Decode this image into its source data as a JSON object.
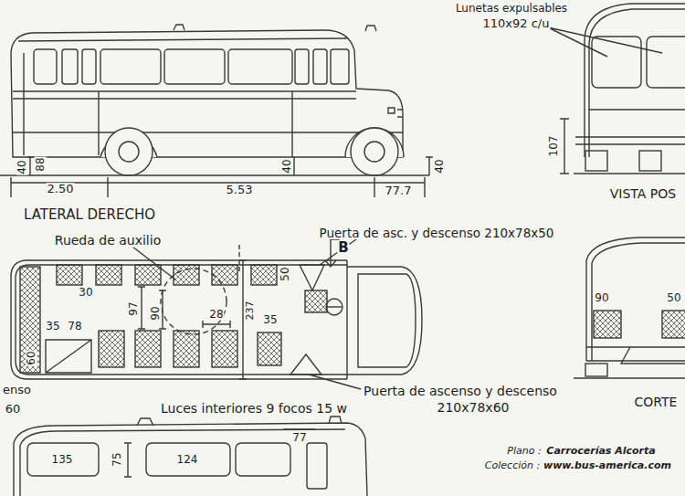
{
  "diagram": {
    "labels": [
      "Lunetas expulsables",
      "110x92 c/u",
      "40",
      "88",
      "2.50",
      "5.53",
      "40",
      "40",
      "77.7",
      "LATERAL DERECHO",
      "107",
      "VISTA POS",
      "Rueda de auxilio",
      "Puerta de asc. y descenso 210x78x50",
      "B",
      "30",
      "50",
      "97",
      "90",
      "28",
      "237",
      "35",
      "78",
      "35",
      "60",
      "enso",
      "60",
      "90",
      "50",
      "Puerta de ascenso y descenso",
      "210x78x60",
      "CORTE",
      "Luces interiores 9 focos 15 w",
      "135",
      "75",
      "124",
      "77",
      "Plano :",
      "Carrocerías Alcorta",
      "Colección :",
      "www.bus-america.com"
    ]
  }
}
